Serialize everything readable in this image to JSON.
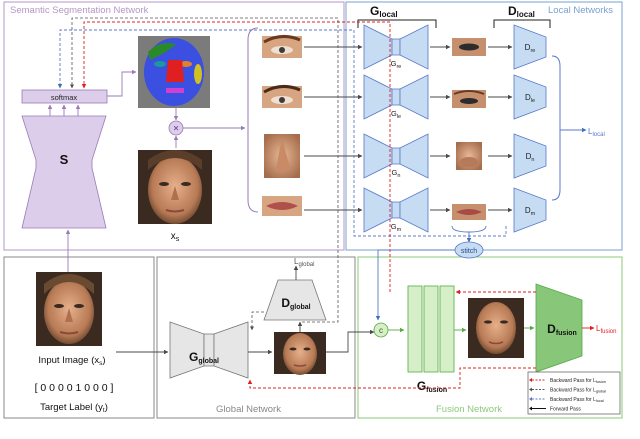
{
  "panels": {
    "semantic": "Semantic Segmentation Network",
    "local": "Local Networks",
    "global": "Global Network",
    "fusion": "Fusion Network"
  },
  "labels": {
    "softmax": "softmax",
    "s": "S",
    "xs": "x",
    "xs_sub": "s",
    "input": "Input Image (x",
    "input_sub": "s",
    "input_end": ")",
    "target_code": "[ 0 0 0 0 1 0 0 0 ]",
    "target": "Target Label (y",
    "target_sub": "t",
    "target_end": ")",
    "g_local": "G",
    "g_local_sub": "local",
    "d_local": "D",
    "d_local_sub": "local",
    "g_global": "G",
    "g_global_sub": "global",
    "d_global": "D",
    "d_global_sub": "global",
    "l_global": "L",
    "l_global_sub": "global",
    "l_local": "L",
    "l_local_sub": "local",
    "g_fusion": "G",
    "g_fusion_sub": "fusion",
    "d_fusion": "D",
    "d_fusion_sub": "fusion",
    "l_fusion": "L",
    "l_fusion_sub": "fusion",
    "stitch": "stitch",
    "concat": "c",
    "multiply": "×"
  },
  "local_rows": [
    {
      "g": "G",
      "g_sub": "re",
      "d": "D",
      "d_sub": "re"
    },
    {
      "g": "G",
      "g_sub": "le",
      "d": "D",
      "d_sub": "le"
    },
    {
      "g": "G",
      "g_sub": "n",
      "d": "D",
      "d_sub": "n"
    },
    {
      "g": "G",
      "g_sub": "m",
      "d": "D",
      "d_sub": "m"
    }
  ],
  "legend": [
    {
      "text": "Backward Pass for L",
      "sub": "fusion",
      "color": "#e02020",
      "dash": true
    },
    {
      "text": "Backward Pass for L",
      "sub": "global",
      "color": "#555555",
      "dash": true
    },
    {
      "text": "Backward Pass for L",
      "sub": "local",
      "color": "#5a78c8",
      "dash": true
    },
    {
      "text": "Forward Pass",
      "sub": "",
      "color": "#111111",
      "dash": false
    }
  ],
  "colors": {
    "semantic": "#b497c8",
    "local": "#7aa0d0",
    "global": "#888888",
    "fusion": "#8dc87a",
    "gen_blue": "#c5dcf3",
    "gen_green": "#d6efc8",
    "disc_green": "#88c67a",
    "seg_purple": "#dccdea"
  }
}
